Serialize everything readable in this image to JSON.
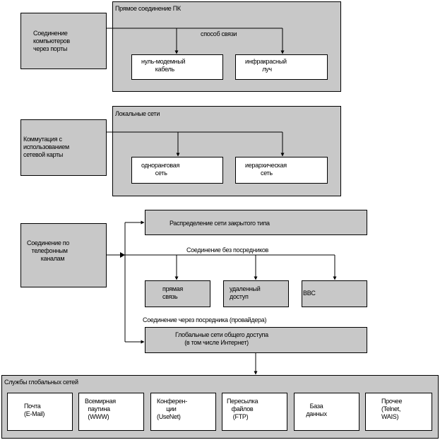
{
  "section1": {
    "title": "Прямое соединение ПК",
    "left": "Соединение\nкомпьютеров\nчерез порты",
    "link_label": "способ связи",
    "opt1": "нуль-модемный\n         кабель",
    "opt2": "инфракрасный\n           луч"
  },
  "section2": {
    "title": "Локальные сети",
    "left": "Коммутация с\nиспользованием\nсетевой карты",
    "opt1": "одноранговая\n         сеть",
    "opt2": "иерархическая\n          сеть"
  },
  "section3": {
    "left": "Соединение по\n   телефонным\n         каналам",
    "dist": "Распределение сети закрытого типа",
    "direct_label": "Соединение без посредников",
    "d1": "прямая\nсвязь",
    "d2": "удаленный\nдоступ",
    "d3": "BBC",
    "provider_label": "Соединение через посредника (провайдера)",
    "global": "Глобальные сети общего доступа\n      (в том числе Интернет)"
  },
  "services": {
    "title": "Службы глобальных сетей",
    "items": [
      {
        "text": "Почта\n(E-Mail)"
      },
      {
        "text": "Всемирная\n  паутина\n  (WWW)"
      },
      {
        "text": "Конферен-\n      ции\n(UseNet)"
      },
      {
        "text": "Пересылка\n   файлов\n    (FTP)"
      },
      {
        "text": "База\nданных"
      },
      {
        "text": "Прочее\n(Telnet,\nWAIS)"
      }
    ]
  }
}
